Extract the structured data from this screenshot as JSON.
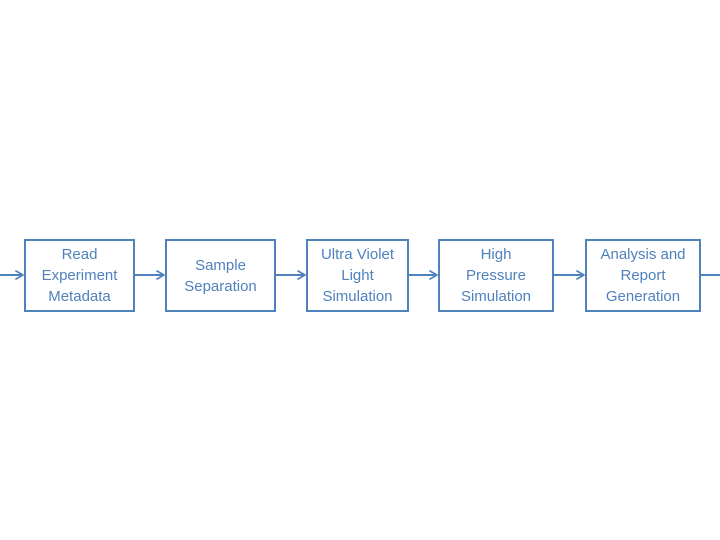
{
  "diagram": {
    "colors": {
      "stroke": "#4f81bd",
      "text": "#4f81bd",
      "fill": "#ffffff",
      "background": "#ffffff"
    },
    "steps": [
      {
        "id": "read",
        "label": "Read\nExperiment\nMetadata"
      },
      {
        "id": "sample",
        "label": "Sample\nSeparation"
      },
      {
        "id": "uv",
        "label": "Ultra Violet\nLight\nSimulation"
      },
      {
        "id": "pressure",
        "label": "High\nPressure\nSimulation"
      },
      {
        "id": "report",
        "label": "Analysis and\nReport\nGeneration"
      }
    ],
    "edges": [
      {
        "from": "start",
        "to": "read"
      },
      {
        "from": "read",
        "to": "sample"
      },
      {
        "from": "sample",
        "to": "uv"
      },
      {
        "from": "uv",
        "to": "pressure"
      },
      {
        "from": "pressure",
        "to": "report"
      },
      {
        "from": "report",
        "to": "end"
      }
    ]
  }
}
